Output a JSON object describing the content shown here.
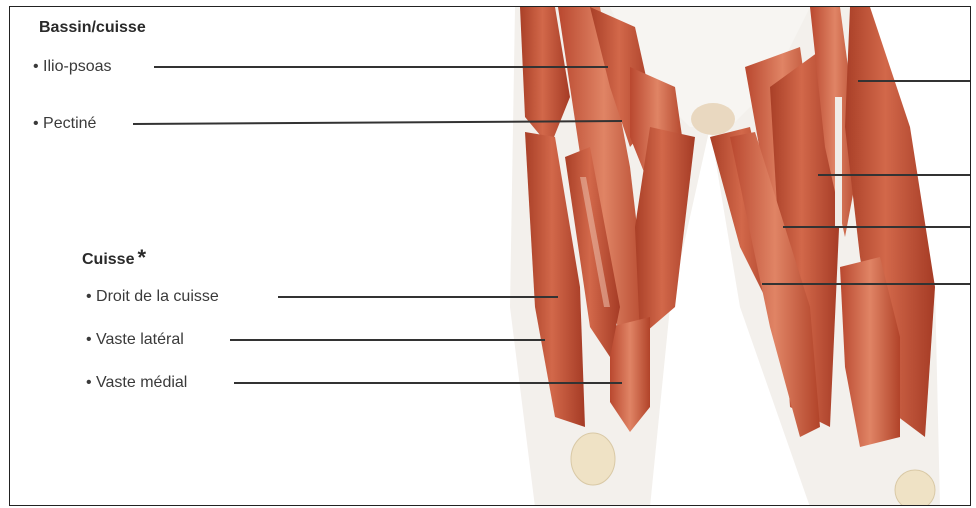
{
  "figure": {
    "section_pelvis_thigh": "Bassin/cuisse",
    "section_thigh": "Cuisse",
    "section_thigh_marker": "*",
    "labels": [
      {
        "id": "ilio-psoas",
        "text": "• Ilio-psoas"
      },
      {
        "id": "pectine",
        "text": "• Pectiné"
      },
      {
        "id": "droit-cuisse",
        "text": "• Droit de la cuisse"
      },
      {
        "id": "vaste-lateral",
        "text": "• Vaste latéral"
      },
      {
        "id": "vaste-medial",
        "text": "• Vaste médial"
      }
    ]
  },
  "colors": {
    "muscle": "#c7553a",
    "muscle_dark": "#9e3a25",
    "muscle_light": "#e0876a",
    "tendon": "#f1ece6",
    "bone": "#efe2c5",
    "leader": "#333333",
    "frame": "#222222"
  }
}
